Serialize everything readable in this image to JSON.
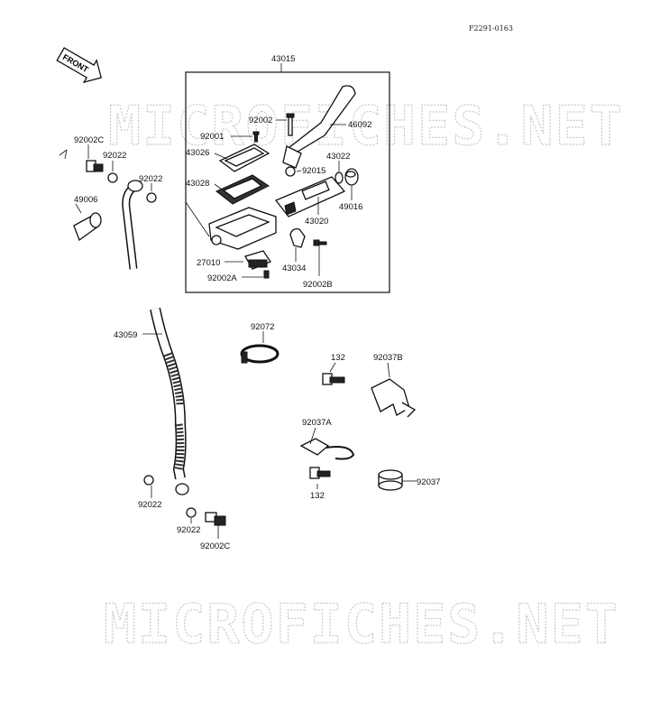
{
  "drawing_code": "F2291-0163",
  "front_label": "FRONT",
  "watermark": "MICROFICHES.NET",
  "parts": {
    "p43015": "43015",
    "p46092": "46092",
    "p92002": "92002",
    "p92001": "92001",
    "p43026": "43026",
    "p43028": "43028",
    "p92015": "92015",
    "p43022": "43022",
    "p49016": "49016",
    "p43020": "43020",
    "p27010": "27010",
    "p43034": "43034",
    "p92002A": "92002A",
    "p92002B": "92002B",
    "p92002C_top": "92002C",
    "p92022_top1": "92022",
    "p92022_top2": "92022",
    "p49006": "49006",
    "p43059": "43059",
    "p92072": "92072",
    "p132_top": "132",
    "p92037B": "92037B",
    "p92037A": "92037A",
    "p132_bottom": "132",
    "p92037": "92037",
    "p92022_bottom1": "92022",
    "p92022_bottom2": "92022",
    "p92002C_bottom": "92002C"
  }
}
